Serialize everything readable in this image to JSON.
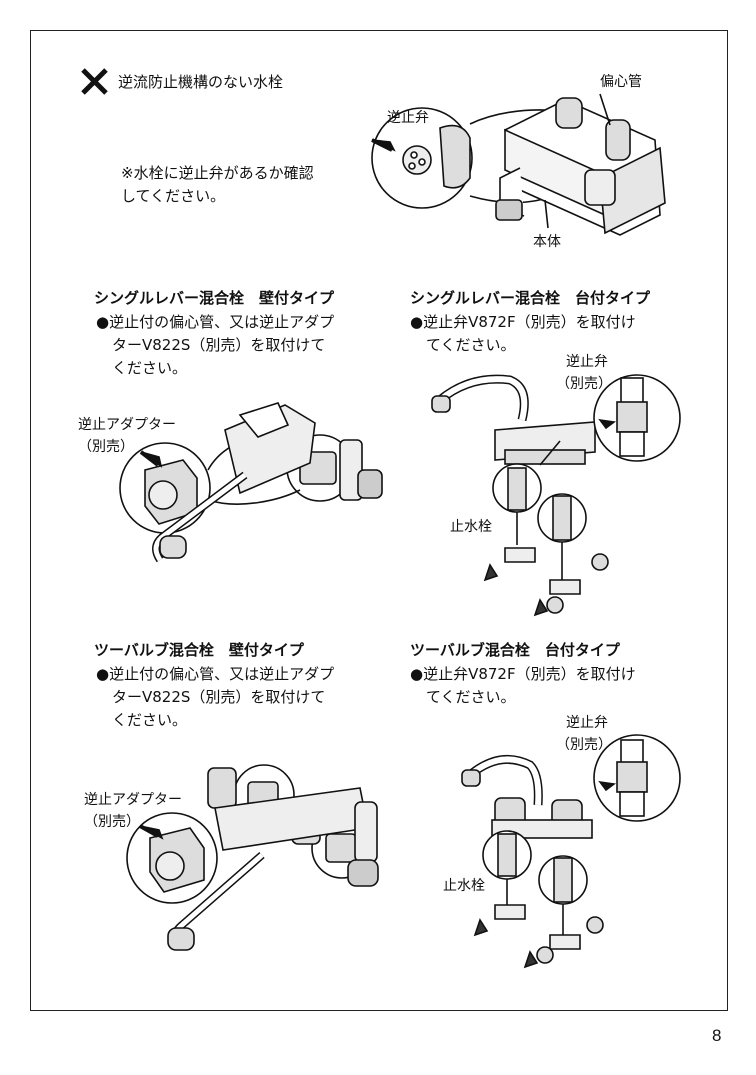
{
  "warning": {
    "title": "逆流防止機構のない水栓",
    "note_line1": "※水栓に逆止弁があるか確認",
    "note_line2": "してください。",
    "label_check_valve": "逆止弁",
    "label_eccentric": "偏心管",
    "label_body": "本体"
  },
  "sections": [
    {
      "heading": "シングルレバー混合栓　壁付タイプ",
      "lines": [
        "●逆止付の偏心管、又は逆止アダプ",
        "ターV822S（別売）を取付けて",
        "ください。"
      ],
      "callout_line1": "逆止アダプター",
      "callout_line2": "（別売）"
    },
    {
      "heading": "シングルレバー混合栓　台付タイプ",
      "lines": [
        "●逆止弁V872F（別売）を取付け",
        "てください。"
      ],
      "callout_line1": "逆止弁",
      "callout_line2": "（別売）",
      "stop_label": "止水栓"
    },
    {
      "heading": "ツーバルブ混合栓　壁付タイプ",
      "lines": [
        "●逆止付の偏心管、又は逆止アダプ",
        "ターV822S（別売）を取付けて",
        "ください。"
      ],
      "callout_line1": "逆止アダプター",
      "callout_line2": "（別売）"
    },
    {
      "heading": "ツーバルブ混合栓　台付タイプ",
      "lines": [
        "●逆止弁V872F（別売）を取付け",
        "てください。"
      ],
      "callout_line1": "逆止弁",
      "callout_line2": "（別売）",
      "stop_label": "止水栓"
    }
  ],
  "page_number": "8"
}
